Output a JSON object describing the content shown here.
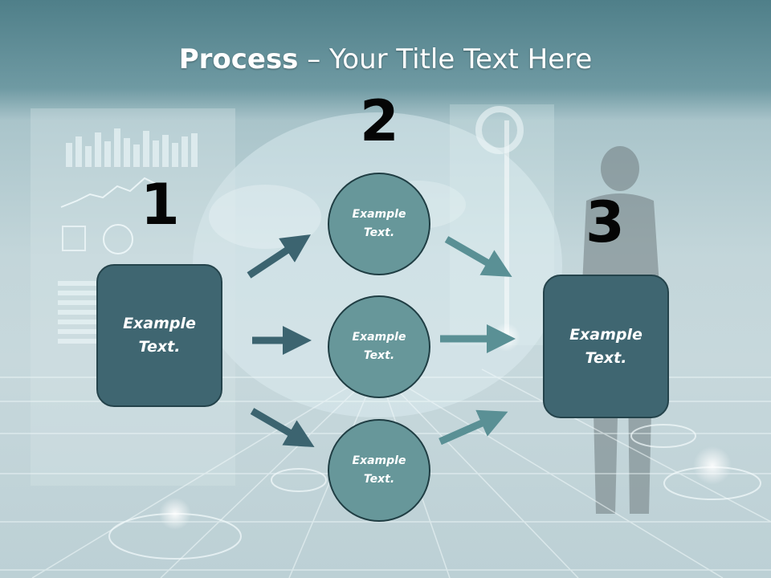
{
  "slide": {
    "title_bold": "Process",
    "title_rest": " – Your Title Text Here",
    "steps": [
      {
        "number": "1",
        "label": "Example Text."
      },
      {
        "number": "2",
        "label": "Example Text."
      },
      {
        "number": "3",
        "label": "Example Text."
      }
    ],
    "circles": [
      {
        "label": "Example Text."
      },
      {
        "label": "Example Text."
      },
      {
        "label": "Example Text."
      }
    ]
  },
  "colors": {
    "box_fill": "#3f6671",
    "circle_fill": "#67979a",
    "arrow_dark": "#3c6470",
    "arrow_light": "#5a9095",
    "title_text": "#ffffff",
    "number_text": "#050505"
  }
}
